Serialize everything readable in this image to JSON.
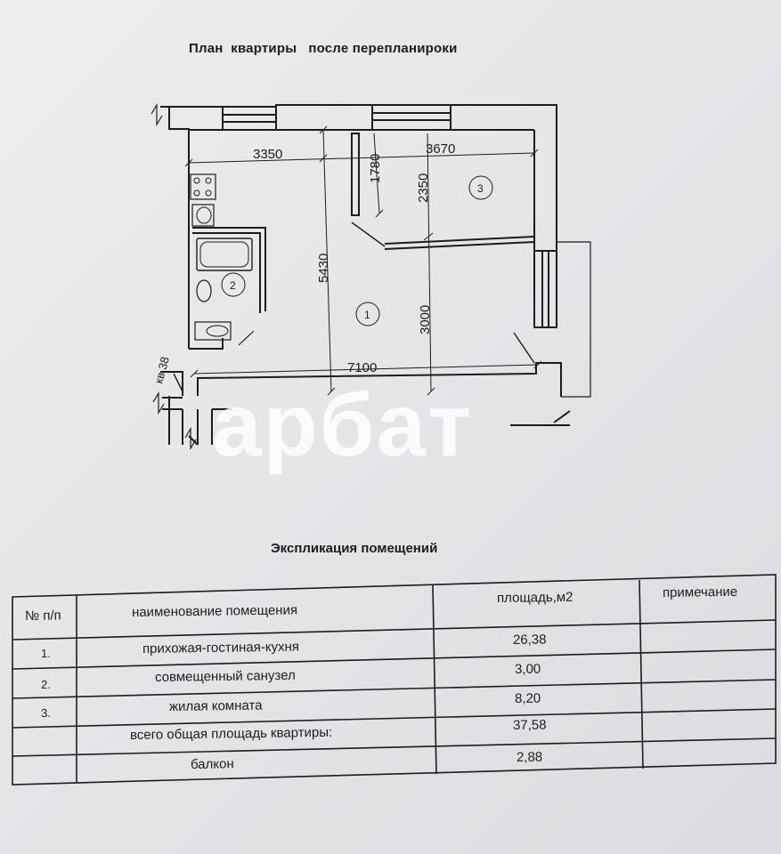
{
  "plan": {
    "title": "План  квартиры   после перепланироки",
    "dims": {
      "d3350": "3350",
      "d3670": "3670",
      "d1780": "1780",
      "d2350": "2350",
      "d5430": "5430",
      "d3000": "3000",
      "d7100": "7100"
    },
    "rooms": [
      "1",
      "2",
      "3"
    ],
    "apartment_label": "кв.38"
  },
  "watermark": "арбат",
  "explication": {
    "title": "Экспликация помещений",
    "headers": {
      "num": "№ п/п",
      "name": "наименование помещения",
      "area": "площадь,м2",
      "note": "примечание"
    },
    "rows": [
      {
        "num": "1.",
        "name": "прихожая-гостиная-кухня",
        "area": "26,38",
        "note": ""
      },
      {
        "num": "2.",
        "name": "совмещенный санузел",
        "area": "3,00",
        "note": ""
      },
      {
        "num": "3.",
        "name": "жилая комната",
        "area": "8,20",
        "note": ""
      },
      {
        "num": "",
        "name": "всего общая площадь квартиры:",
        "area": "37,58",
        "note": ""
      },
      {
        "num": "",
        "name": "балкон",
        "area": "2,88",
        "note": ""
      }
    ]
  }
}
